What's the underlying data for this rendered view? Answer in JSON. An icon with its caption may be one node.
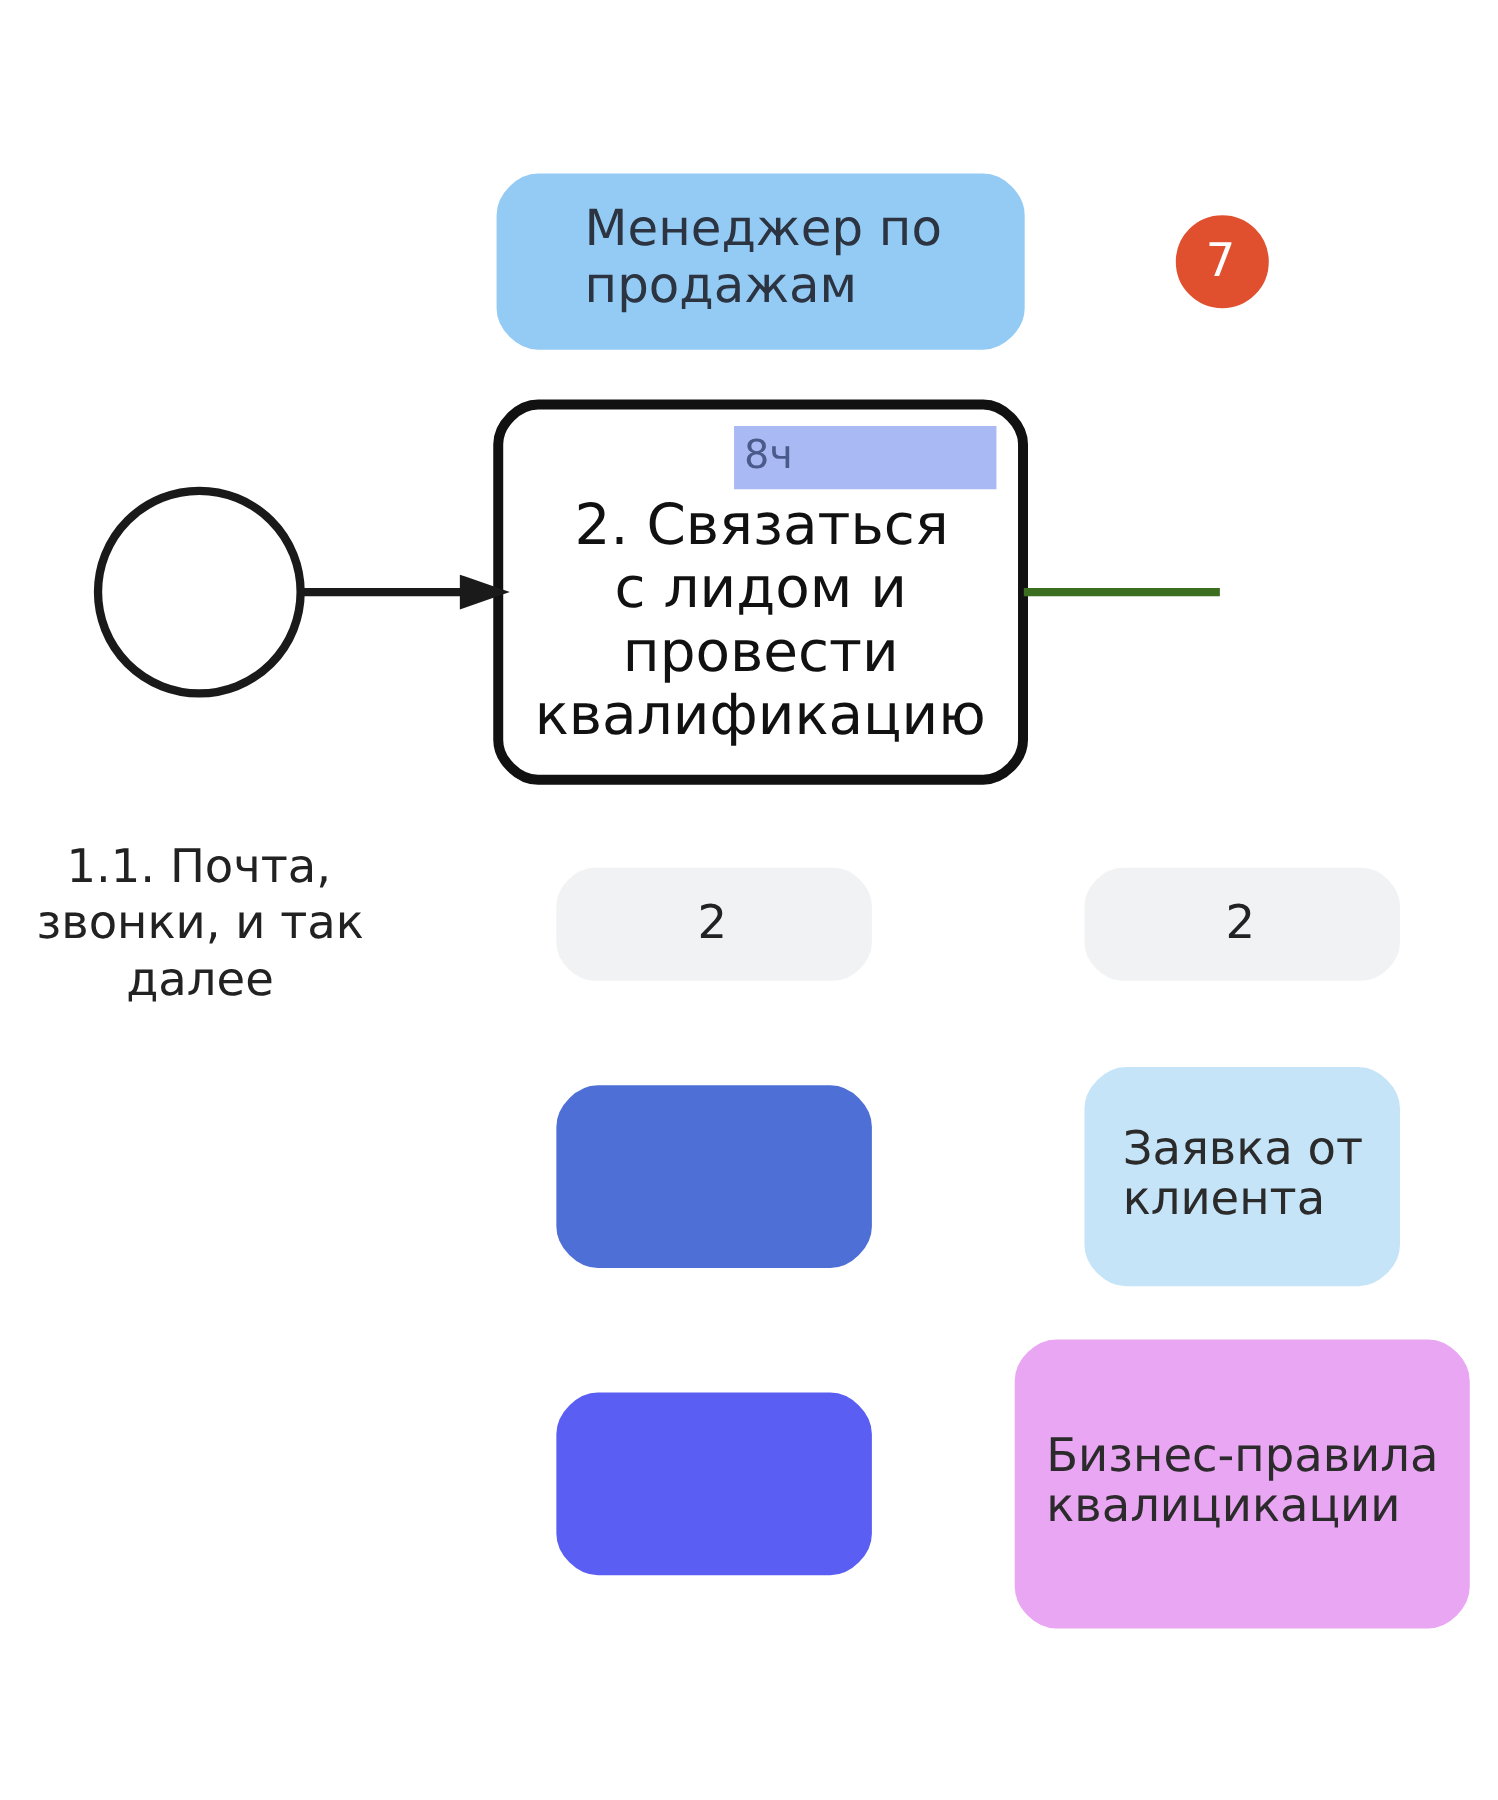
{
  "diagram": {
    "nodes": [
      {
        "text": [],
        "shape": "circle",
        "beside": [
          "1.1. Почта, звонки, и так далее"
        ]
      },
      {
        "text": [
          "Менеджер по продажам"
        ]
      },
      {
        "text": [
          "8ч",
          "2. Связаться с лидом и провести квалификацию"
        ]
      },
      {
        "text": [
          "7"
        ]
      },
      {
        "text": [
          "2"
        ]
      },
      {
        "text": [
          "2"
        ]
      },
      {
        "text": [],
        "shape": "box"
      },
      {
        "text": [],
        "shape": "box"
      },
      {
        "text": [
          "Заявка от клиента"
        ]
      },
      {
        "text": [
          "Бизнес-правила квалицикации"
        ]
      }
    ],
    "edges": [
      {
        "from": 0,
        "to": 2,
        "arrow": "to"
      },
      {
        "from": 2,
        "to": null,
        "arrow": "none",
        "color": "#3b6e1e"
      }
    ]
  }
}
